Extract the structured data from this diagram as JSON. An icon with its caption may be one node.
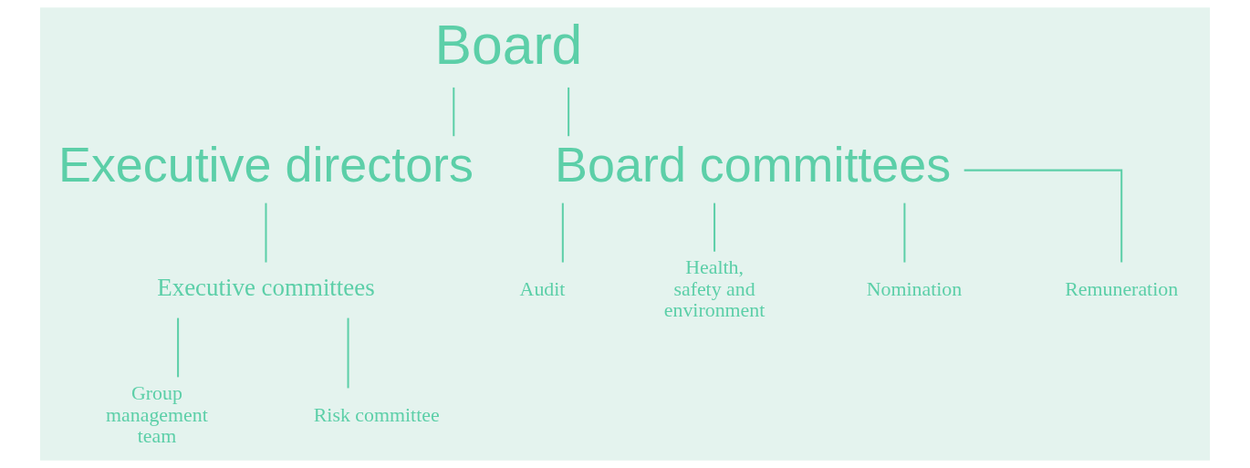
{
  "diagram": {
    "nodes": [
      {
        "text": [
          "Board"
        ]
      },
      {
        "text": [
          "Executive directors"
        ]
      },
      {
        "text": [
          "Board committees"
        ]
      },
      {
        "text": [
          "Executive committees"
        ]
      },
      {
        "text": [
          "Group management team"
        ]
      },
      {
        "text": [
          "Risk committee"
        ]
      },
      {
        "text": [
          "Audit"
        ]
      },
      {
        "text": [
          "Health, safety and environment"
        ]
      },
      {
        "text": [
          "Nomination"
        ]
      },
      {
        "text": [
          "Remuneration"
        ]
      }
    ],
    "edges": [
      {
        "from": 0,
        "to": 1,
        "arrow": "none"
      },
      {
        "from": 0,
        "to": 2,
        "arrow": "none"
      },
      {
        "from": 1,
        "to": 3,
        "arrow": "none"
      },
      {
        "from": 3,
        "to": 4,
        "arrow": "none"
      },
      {
        "from": 3,
        "to": 5,
        "arrow": "none"
      },
      {
        "from": 2,
        "to": 6,
        "arrow": "none"
      },
      {
        "from": 2,
        "to": 7,
        "arrow": "none"
      },
      {
        "from": 2,
        "to": 8,
        "arrow": "none"
      },
      {
        "from": 2,
        "to": 9,
        "arrow": "none"
      }
    ]
  }
}
